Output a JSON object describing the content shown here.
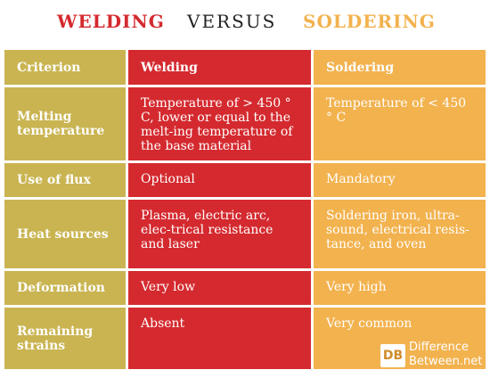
{
  "title": {
    "left": "WELDING",
    "mid": "VERSUS",
    "right": "SOLDERING"
  },
  "header": {
    "criterion": "Criterion",
    "welding": "Welding",
    "soldering": "Soldering"
  },
  "rows": [
    {
      "criterion": "Melting temperature",
      "welding": "Temperature of > 450 ° C, lower or equal to the melt-ing temperature of the base material",
      "soldering": "Temperature of < 450 ° C"
    },
    {
      "criterion": "Use of flux",
      "welding": "Optional",
      "soldering": "Mandatory"
    },
    {
      "criterion": "Heat sources",
      "welding": "Plasma, electric arc, elec-trical resistance and laser",
      "soldering": "Soldering iron, ultra-sound, electrical resis-tance, and oven"
    },
    {
      "criterion": "Deformation",
      "welding": "Very low",
      "soldering": "Very high"
    },
    {
      "criterion": "Remaining strains",
      "welding": "Absent",
      "soldering": "Very common"
    }
  ],
  "logo": {
    "mark": "DB",
    "line1": "Difference",
    "line2": "Between.net"
  },
  "colors": {
    "welding": "#d42a2f",
    "soldering": "#f2b24e",
    "criterion": "#c9b451"
  }
}
